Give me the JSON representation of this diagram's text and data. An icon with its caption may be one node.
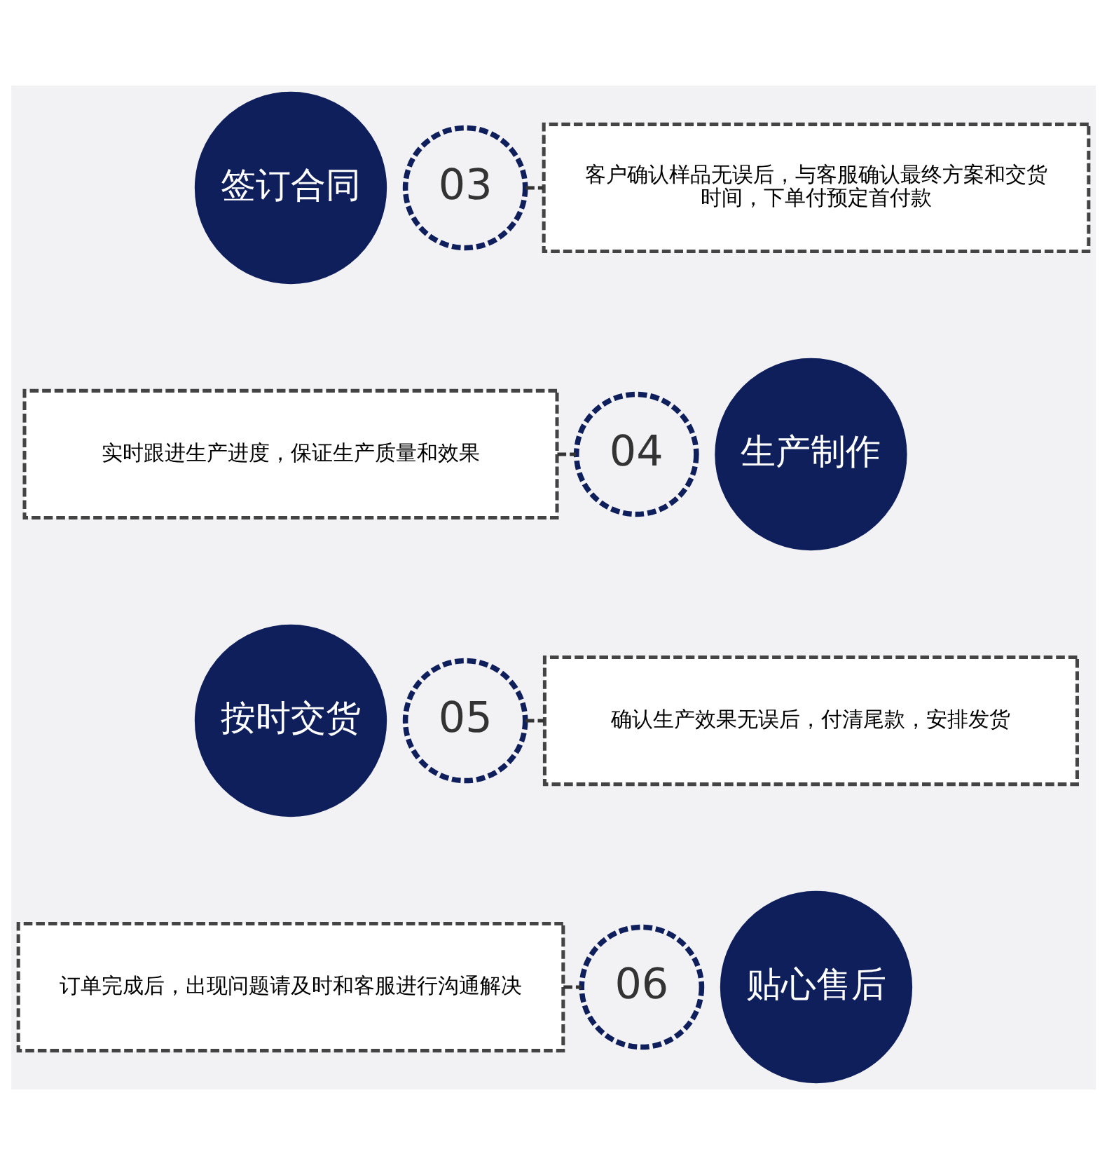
{
  "diagram": {
    "nodes": [
      {
        "text": [
          "签订合同"
        ]
      },
      {
        "text": [
          "03"
        ]
      },
      {
        "text": [
          "客户确认样品无误后，与客服确认最终方案和交货时间，下单付预定首付款"
        ]
      },
      {
        "text": [
          "实时跟进生产进度，保证生产质量和效果"
        ]
      },
      {
        "text": [
          "04"
        ]
      },
      {
        "text": [
          "生产制作"
        ]
      },
      {
        "text": [
          "按时交货"
        ]
      },
      {
        "text": [
          "05"
        ]
      },
      {
        "text": [
          "确认生产效果无误后，付清尾款，安排发货"
        ]
      },
      {
        "text": [
          "订单完成后，出现问题请及时和客服进行沟通解决"
        ]
      },
      {
        "text": [
          "06"
        ]
      },
      {
        "text": [
          "贴心售后"
        ]
      }
    ],
    "edges": [
      {
        "from": 1,
        "to": 2,
        "arrow": "none",
        "style": "dashed"
      },
      {
        "from": 3,
        "to": 4,
        "arrow": "none",
        "style": "dashed"
      },
      {
        "from": 7,
        "to": 8,
        "arrow": "none",
        "style": "dashed"
      },
      {
        "from": 9,
        "to": 10,
        "arrow": "none",
        "style": "dashed"
      }
    ]
  }
}
